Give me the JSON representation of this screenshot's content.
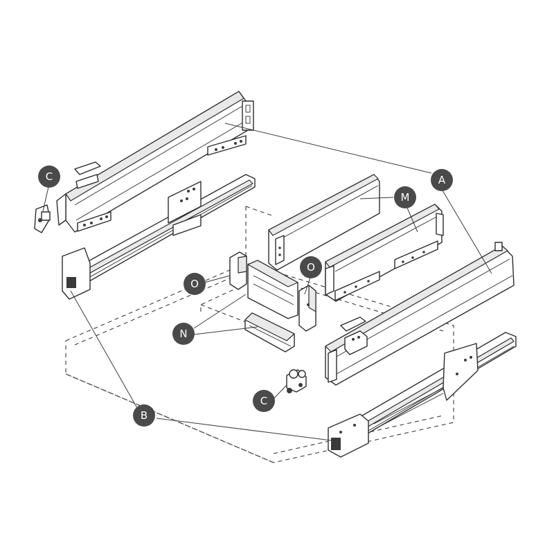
{
  "callouts": {
    "a": "A",
    "b": "B",
    "c_left": "C",
    "c_center": "C",
    "m": "M",
    "n": "N",
    "o_left": "O",
    "o_right": "O"
  }
}
